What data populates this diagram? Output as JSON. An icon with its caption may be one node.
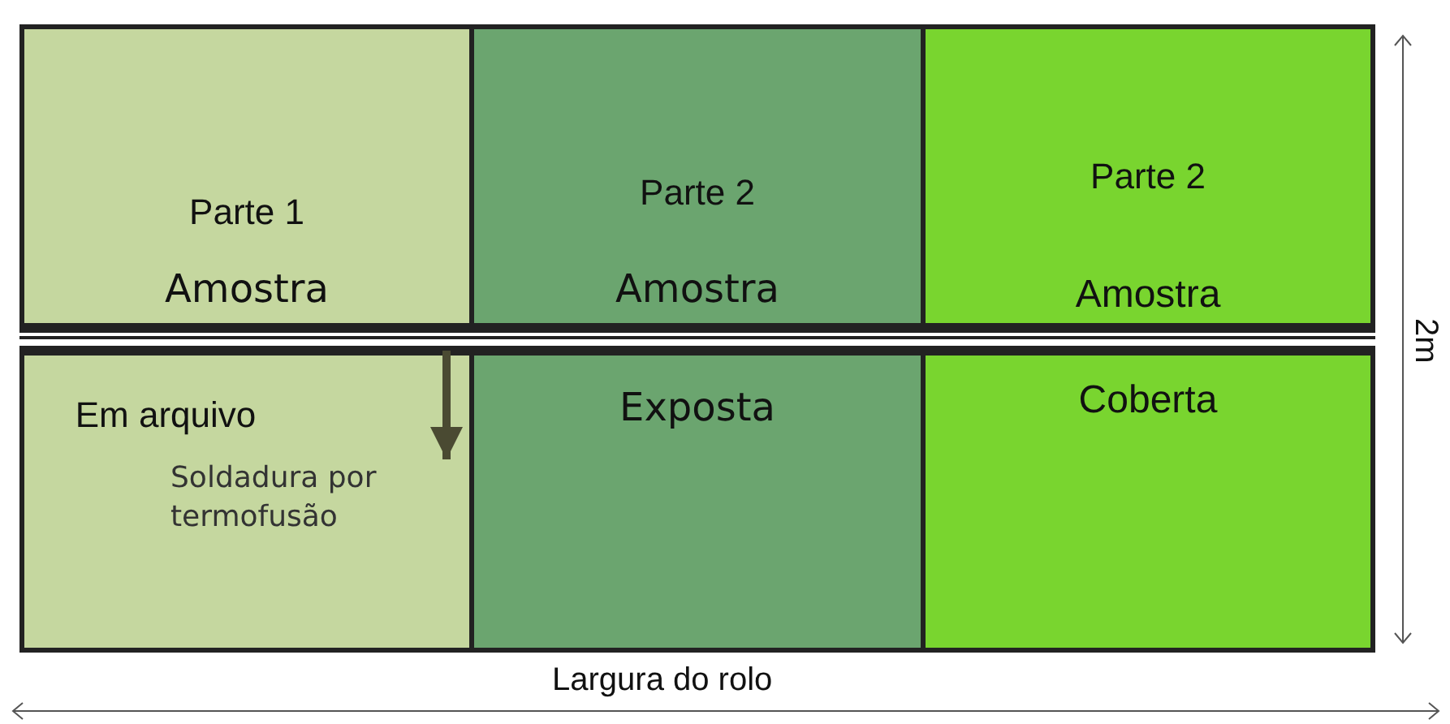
{
  "diagram": {
    "nodes": [
      {
        "text": [
          "Parte 1",
          "Amostra"
        ]
      },
      {
        "text": [
          "Parte 2",
          "Amostra"
        ]
      },
      {
        "text": [
          "Parte 2",
          "Amostra"
        ]
      },
      {
        "text": [],
        "shape": "bar"
      },
      {
        "text": [
          "Em arquivo"
        ]
      },
      {
        "text": [
          "Exposta"
        ]
      },
      {
        "text": [
          "Coberta"
        ]
      },
      {
        "text": [
          "Soldadura por termofusão"
        ],
        "in": 4
      }
    ],
    "edges": [
      {
        "from": 3,
        "to": 7,
        "arrow": "to"
      }
    ],
    "labels": [
      "2m",
      "Largura do rolo"
    ]
  }
}
